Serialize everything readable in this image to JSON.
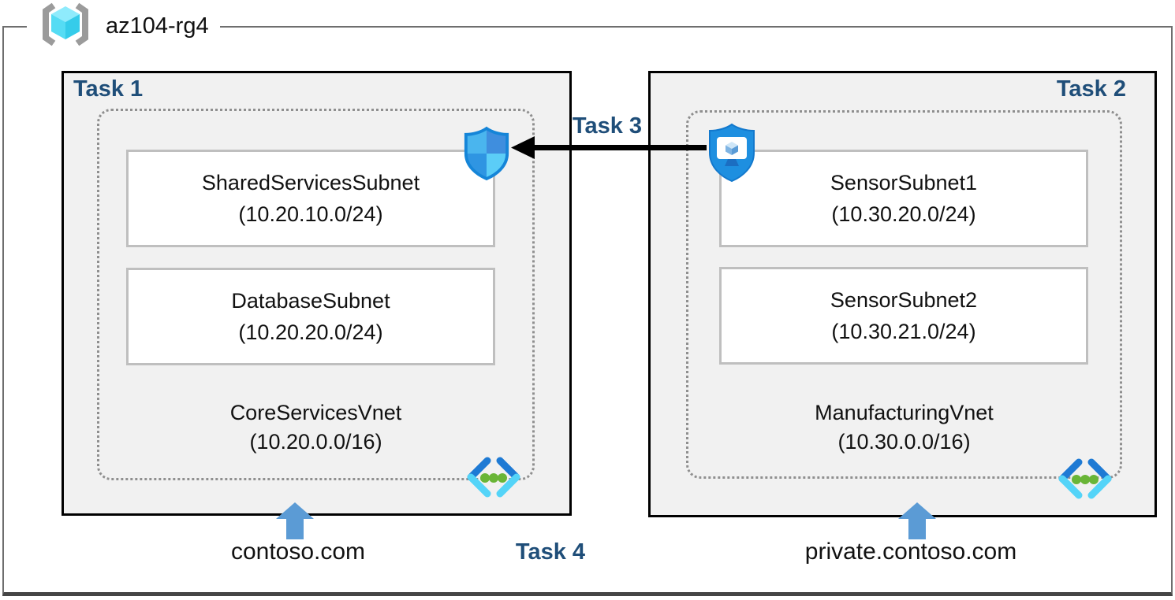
{
  "resource_group": {
    "name": "az104-rg4",
    "icon": "resource-group-icon"
  },
  "panels": [
    {
      "task_label": "Task 1",
      "vnet": {
        "name": "CoreServicesVnet",
        "cidr": "(10.20.0.0/16)",
        "icon": "virtual-network-icon"
      },
      "subnets": [
        {
          "name": "SharedServicesSubnet",
          "cidr": "(10.20.10.0/24)"
        },
        {
          "name": "DatabaseSubnet",
          "cidr": "(10.20.20.0/24)"
        }
      ],
      "attached_icon": "nsg-shield-icon",
      "dns_label": "contoso.com"
    },
    {
      "task_label": "Task 2",
      "vnet": {
        "name": "ManufacturingVnet",
        "cidr": "(10.30.0.0/16)",
        "icon": "virtual-network-icon"
      },
      "subnets": [
        {
          "name": "SensorSubnet1",
          "cidr": "(10.30.20.0/24)"
        },
        {
          "name": "SensorSubnet2",
          "cidr": "(10.30.21.0/24)"
        }
      ],
      "attached_icon": "bastion-shield-icon",
      "dns_label": "private.contoso.com"
    }
  ],
  "connection": {
    "label": "Task 3",
    "direction": "right-to-left",
    "from_icon": "bastion-shield-icon",
    "to_icon": "nsg-shield-icon"
  },
  "footer": {
    "task_label": "Task 4",
    "arrow_icon": "up-arrow-icon"
  },
  "colors": {
    "task_label": "#1F4E79",
    "panel_fill": "#F1F1F1",
    "panel_border": "#000000",
    "subnet_border": "#BFBFBF",
    "dotted_boundary": "#8F8F8F",
    "up_arrow": "#5B9BD5",
    "connection_arrow": "#000000",
    "vnet_dot_green": "#69B537",
    "azure_blue": "#1E8FE0"
  }
}
